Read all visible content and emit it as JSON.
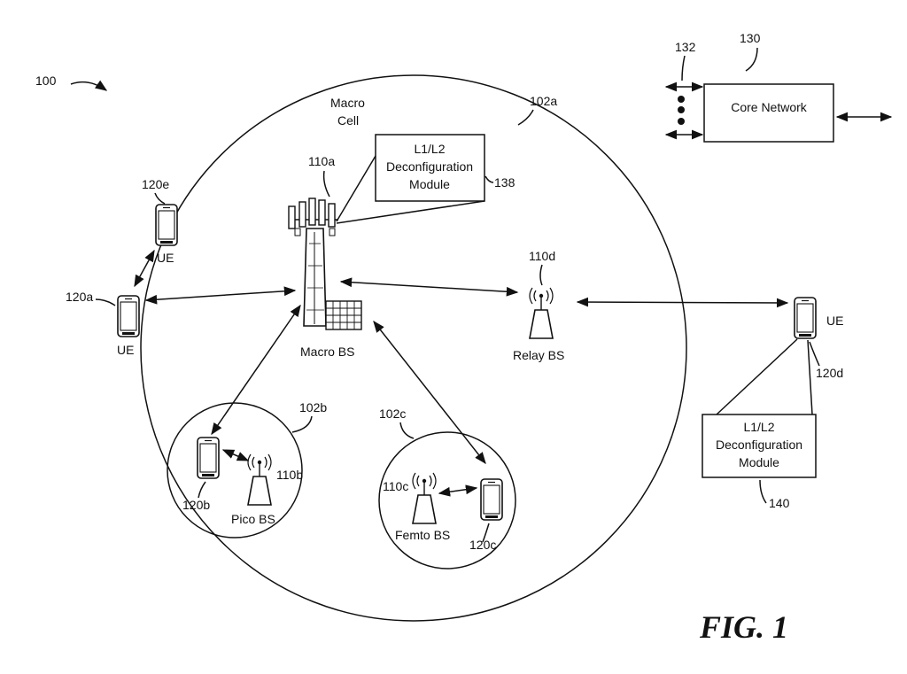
{
  "figure": {
    "ref": "100",
    "caption": "FIG. 1"
  },
  "macro_cell": {
    "ref": "102a",
    "label_line1": "Macro",
    "label_line2": "Cell"
  },
  "pico_cell": {
    "ref": "102b"
  },
  "femto_cell": {
    "ref": "102c"
  },
  "macro_bs": {
    "ref": "110a",
    "label": "Macro BS"
  },
  "relay_bs": {
    "ref": "110d",
    "label": "Relay BS"
  },
  "pico_bs": {
    "ref": "110b",
    "label": "Pico BS"
  },
  "femto_bs": {
    "ref": "110c",
    "label": "Femto BS"
  },
  "ue_a": {
    "ref": "120a",
    "label": "UE"
  },
  "ue_e": {
    "ref": "120e",
    "label": "UE"
  },
  "ue_b": {
    "ref": "120b"
  },
  "ue_c": {
    "ref": "120c"
  },
  "ue_d": {
    "ref": "120d",
    "label": "UE"
  },
  "module_bs": {
    "ref": "138",
    "line1": "L1/L2",
    "line2": "Deconfiguration",
    "line3": "Module"
  },
  "module_ue": {
    "ref": "140",
    "line1": "L1/L2",
    "line2": "Deconfiguration",
    "line3": "Module"
  },
  "core_network": {
    "ref": "130",
    "label": "Core Network",
    "links_ref": "132"
  }
}
